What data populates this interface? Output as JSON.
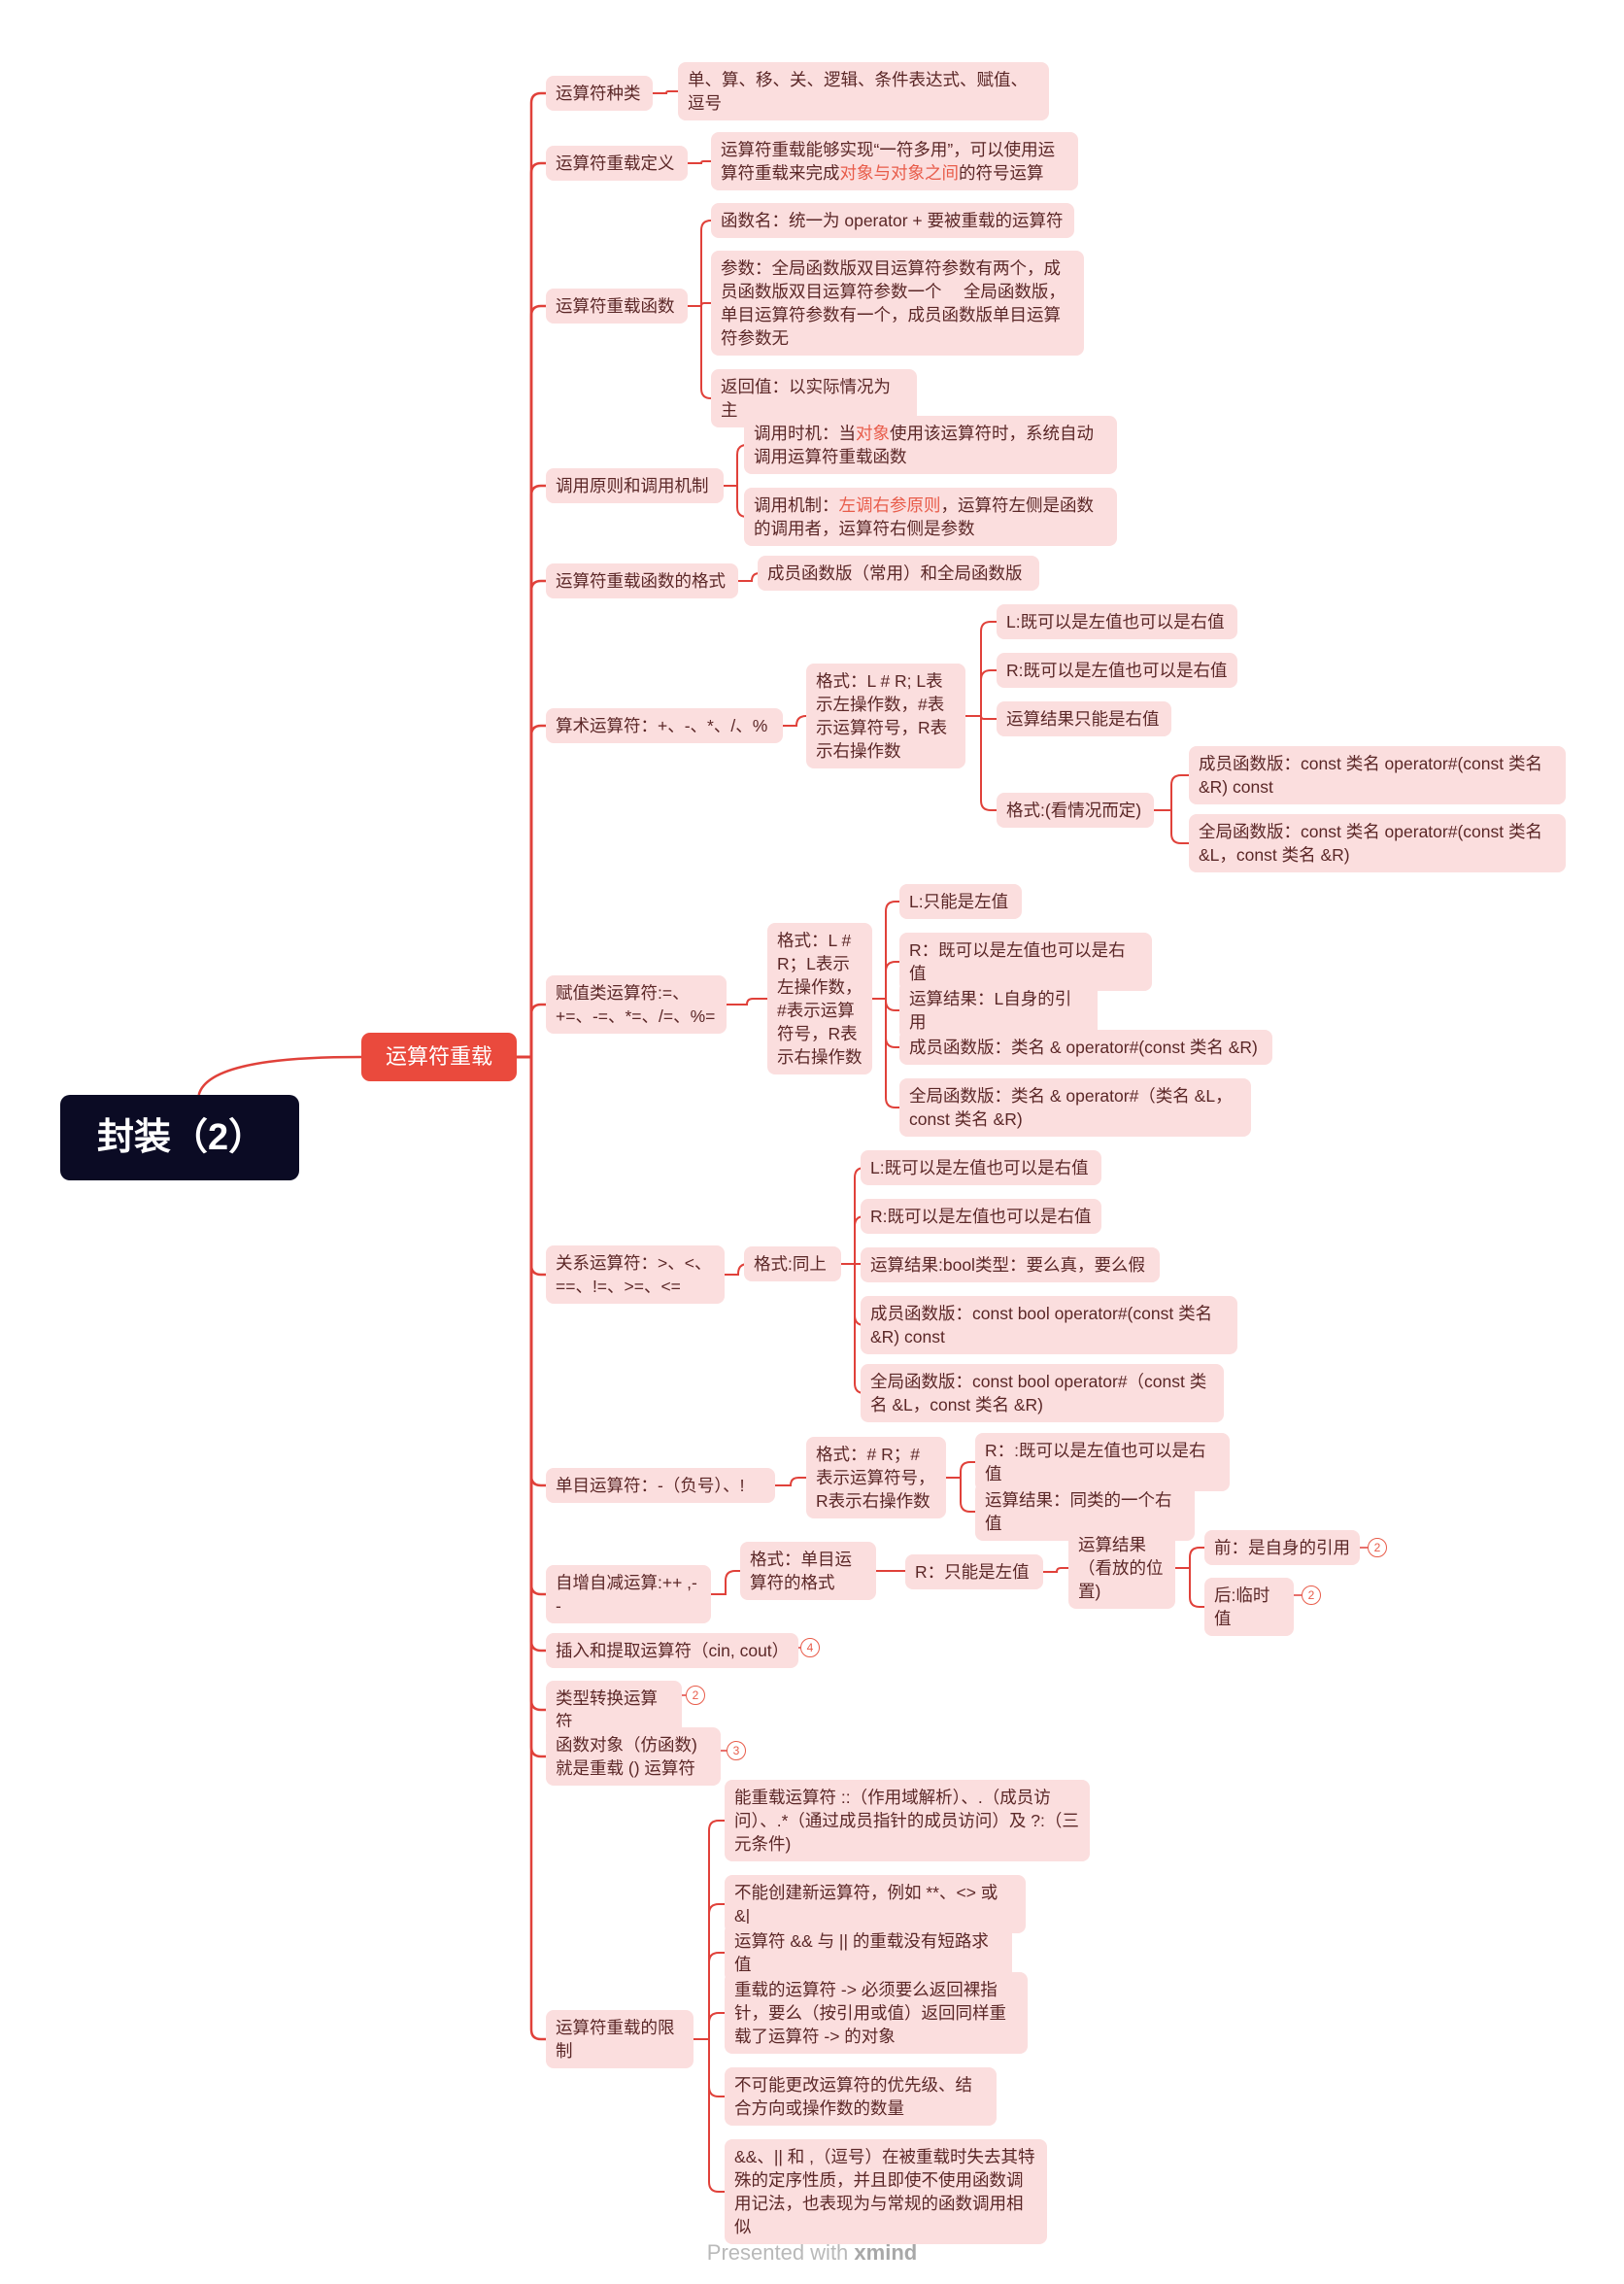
{
  "root": "封装（2）",
  "main": "运算符重载",
  "footer": {
    "presented": "Presented with",
    "brand": "xmind"
  },
  "n": {
    "kinds": "运算符种类",
    "kinds_c": "单、算、移、关、逻辑、条件表达式、赋值、逗号",
    "def": "运算符重载定义",
    "def_c1": "运算符重载能够实现“一符多用”，可以使用运算符重载来完成",
    "def_c2": "对象与对象之间",
    "def_c3": "的符号运算",
    "func": "运算符重载函数",
    "func_c1": "函数名：统一为 operator + 要被重载的运算符",
    "func_c2": "参数：全局函数版双目运算符参数有两个，成员函数版双目运算符参数一个　  全局函数版，单目运算符参数有一个，成员函数版单目运算符参数无",
    "func_c3": "返回值：以实际情况为主",
    "call": "调用原则和调用机制",
    "call_c1a": "调用时机：当",
    "call_c1b": "对象",
    "call_c1c": "使用该运算符时，系统自动调用运算符重载函数",
    "call_c2a": "调用机制：",
    "call_c2b": "左调右参原则",
    "call_c2c": "，运算符左侧是函数的调用者，运算符右侧是参数",
    "fmt": "运算符重载函数的格式",
    "fmt_c": "成员函数版（常用）和全局函数版",
    "arith": "算术运算符：+、-、*、/、%",
    "arith_f": "格式：L # R; L表示左操作数，#表示运算符号，R表示右操作数",
    "arith_l": "L:既可以是左值也可以是右值",
    "arith_r": "R:既可以是左值也可以是右值",
    "arith_res": "运算结果只能是右值",
    "arith_fmt": "格式:(看情况而定)",
    "arith_m": "成员函数版：const 类名  operator#(const 类名 &R) const",
    "arith_g": "全局函数版：const 类名  operator#(const 类名 &L，const 类名 &R)",
    "assign": "赋值类运算符:=、+=、-=、*=、/=、%=",
    "assign_f": "格式：L # R；L表示左操作数，#表示运算符号，R表示右操作数",
    "assign_l": "L:只能是左值",
    "assign_r": "R：既可以是左值也可以是右值",
    "assign_res": "运算结果：L自身的引用",
    "assign_m": "成员函数版：类名 & operator#(const 类名 &R)",
    "assign_g": "全局函数版：类名 & operator#（类名 &L，const 类名 &R)",
    "rel": "关系运算符：>、<、==、!=、>=、<=",
    "rel_f": "格式:同上",
    "rel_l": "L:既可以是左值也可以是右值",
    "rel_r": "R:既可以是左值也可以是右值",
    "rel_res": "运算结果:bool类型：要么真，要么假",
    "rel_m": "成员函数版：const bool  operator#(const 类名 &R) const",
    "rel_g": "全局函数版：const bool operator#（const 类名 &L，const 类名 &R)",
    "unary": "单目运算符：-（负号）、!",
    "unary_f": "格式：# R；#表示运算符号，R表示右操作数",
    "unary_r": "R：:既可以是左值也可以是右值",
    "unary_res": "运算结果：同类的一个右值",
    "inc": "自增自减运算:++ ,--",
    "inc_f": "格式：单目运算符的格式",
    "inc_r": "R：只能是左值",
    "inc_res": "运算结果（看放的位置)",
    "inc_pre": "前：是自身的引用",
    "inc_post": "后:临时值",
    "io": "插入和提取运算符（cin, cout）",
    "conv": "类型转换运算符",
    "functor": "函数对象（仿函数)就是重载 () 运算符",
    "limit": "运算符重载的限制",
    "limit_1": "能重载运算符 ::（作用域解析）、.（成员访问）、.*（通过成员指针的成员访问）及 ?:（三元条件)",
    "limit_2": "不能创建新运算符，例如 **、<> 或 &|",
    "limit_3": "运算符 && 与 || 的重载没有短路求值",
    "limit_4": "重载的运算符 -> 必须要么返回裸指针，要么（按引用或值）返回同样重载了运算符 -> 的对象",
    "limit_5": "不可能更改运算符的优先级、结合方向或操作数的数量",
    "limit_6": "&&、|| 和 ,（逗号）在被重载时失去其特殊的定序性质，并且即使不使用函数调用记法，也表现为与常规的函数调用相似"
  },
  "badges": {
    "inc_pre": "2",
    "inc_post": "2",
    "io": "4",
    "conv": "2",
    "functor": "3"
  },
  "colors": {
    "root_bg": "#0b0b24",
    "main_bg": "#ea4a3d",
    "node_bg": "#fbdede",
    "line": "#e0413a",
    "highlight": "#e85c4a"
  }
}
